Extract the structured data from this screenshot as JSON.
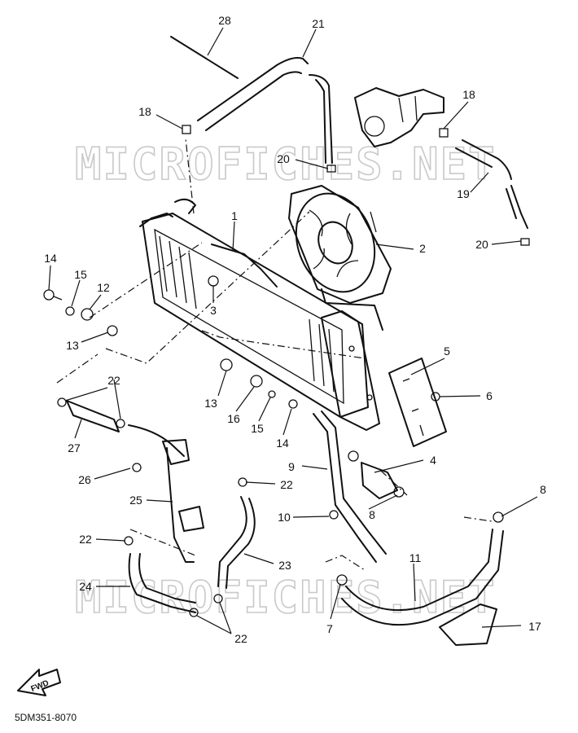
{
  "watermark": "MICROFICHES.NET",
  "fwd_label": "FWD",
  "diagram_code": "5DM351-8070",
  "callouts": {
    "c1": "1",
    "c2": "2",
    "c3": "3",
    "c4": "4",
    "c5": "5",
    "c6": "6",
    "c7": "7",
    "c8a": "8",
    "c8b": "8",
    "c9": "9",
    "c10": "10",
    "c11": "11",
    "c12": "12",
    "c13a": "13",
    "c13b": "13",
    "c14a": "14",
    "c14b": "14",
    "c15a": "15",
    "c15b": "15",
    "c16": "16",
    "c17": "17",
    "c18a": "18",
    "c18b": "18",
    "c19": "19",
    "c20a": "20",
    "c20b": "20",
    "c21": "21",
    "c22a": "22",
    "c22b": "22",
    "c22c": "22",
    "c22d": "22",
    "c23": "23",
    "c24": "24",
    "c25": "25",
    "c26": "26",
    "c27": "27",
    "c28": "28"
  }
}
